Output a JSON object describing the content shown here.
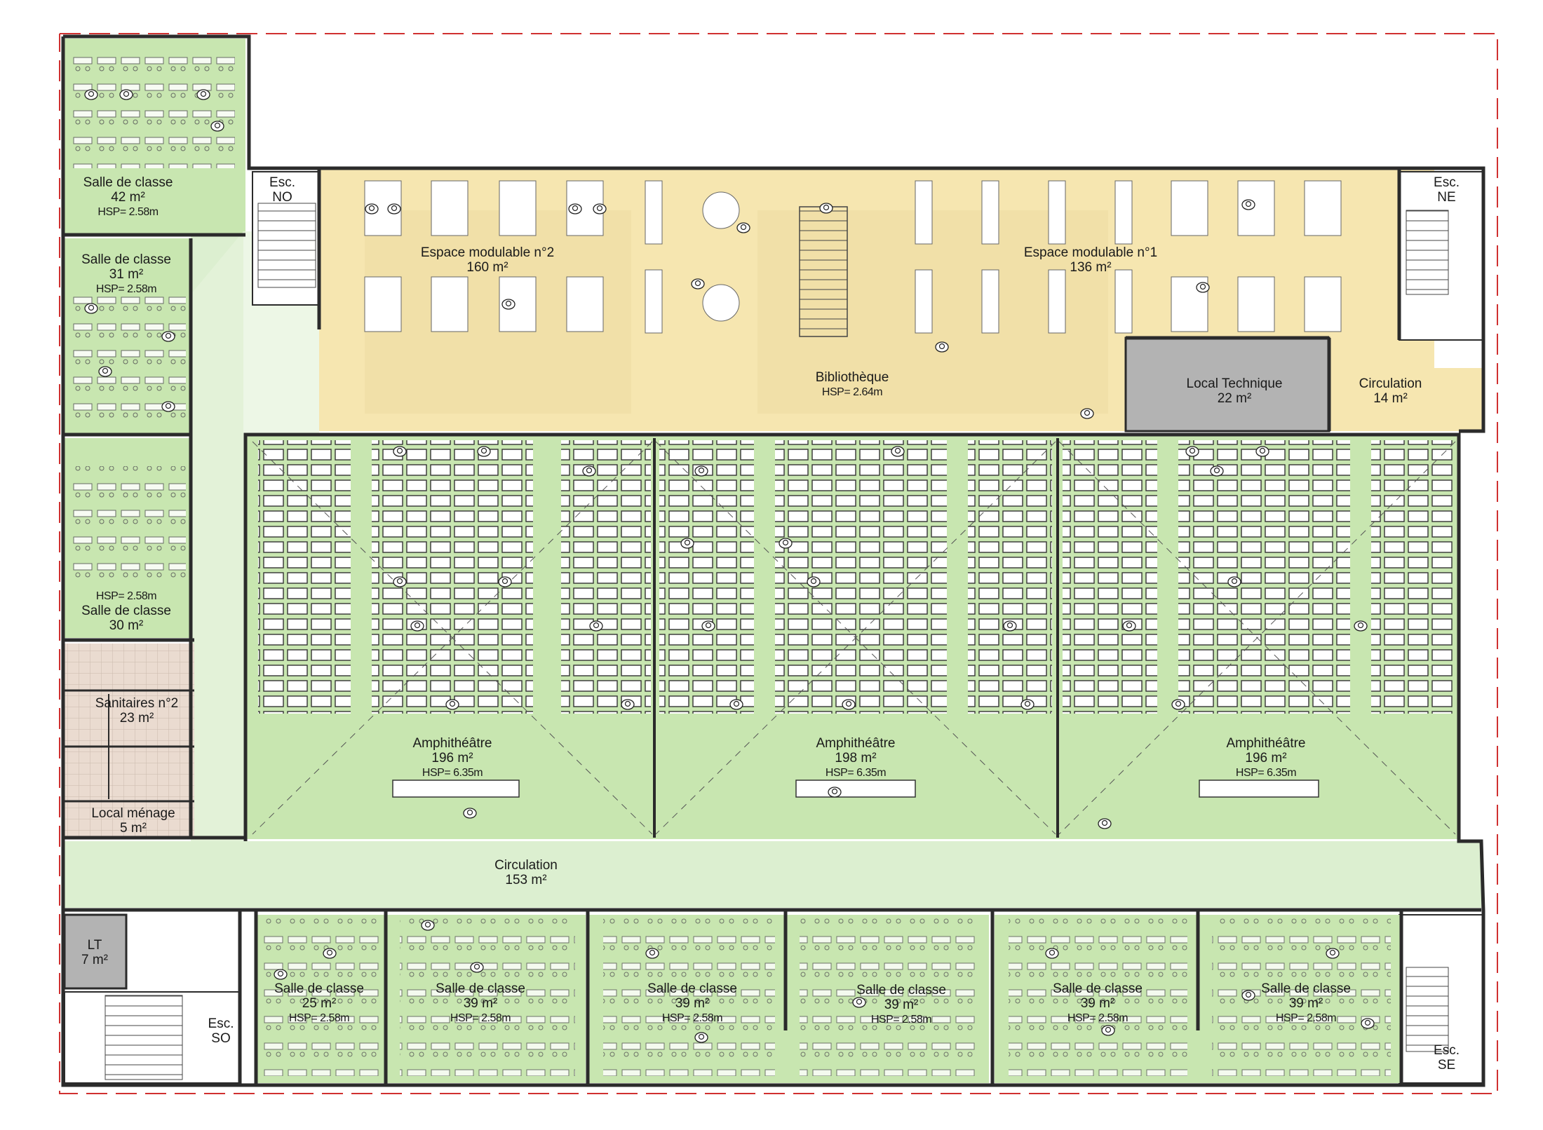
{
  "colors": {
    "classroom": "#c8e6b0",
    "classroom_light": "#d6edc2",
    "library": "#f6e6b0",
    "circulation": "#dcefd0",
    "technical": "#b3b3b3",
    "sanitary": "#eadbd0",
    "wall": "#2b2b2b",
    "boundary": "#d03030",
    "furniture": "#ffffff"
  },
  "rooms": {
    "classroom_nw1": {
      "name": "Salle de classe",
      "area": "42 m²",
      "hsp": "HSP= 2.58m"
    },
    "classroom_nw2": {
      "name": "Salle de classe",
      "area": "31 m²",
      "hsp": "HSP= 2.58m"
    },
    "classroom_nw3": {
      "name": "Salle de classe",
      "area": "30 m²",
      "hsp": "HSP= 2.58m"
    },
    "stair_no": {
      "line1": "Esc.",
      "line2": "NO"
    },
    "stair_ne": {
      "line1": "Esc.",
      "line2": "NE"
    },
    "stair_so": {
      "line1": "Esc.",
      "line2": "SO"
    },
    "stair_se": {
      "line1": "Esc.",
      "line2": "SE"
    },
    "modulable2": {
      "name": "Espace modulable n°2",
      "area": "160 m²"
    },
    "modulable1": {
      "name": "Espace modulable n°1",
      "area": "136 m²"
    },
    "library": {
      "name": "Bibliothèque",
      "hsp": "HSP= 2.64m"
    },
    "technical": {
      "name": "Local Technique",
      "area": "22 m²"
    },
    "circulation_ne": {
      "name": "Circulation",
      "area": "14 m²"
    },
    "sanitaires": {
      "name": "Sanitaires n°2",
      "area": "23 m²"
    },
    "menage": {
      "name": "Local ménage",
      "area": "5 m²"
    },
    "amphi1": {
      "name": "Amphithéâtre",
      "area": "196 m²",
      "hsp": "HSP= 6.35m"
    },
    "amphi2": {
      "name": "Amphithéâtre",
      "area": "198 m²",
      "hsp": "HSP= 6.35m"
    },
    "amphi3": {
      "name": "Amphithéâtre",
      "area": "196 m²",
      "hsp": "HSP= 6.35m"
    },
    "circulation_main": {
      "name": "Circulation",
      "area": "153 m²"
    },
    "lt": {
      "name": "LT",
      "area": "7 m²"
    },
    "classroom_s1": {
      "name": "Salle de classe",
      "area": "25 m²",
      "hsp": "HSP= 2.58m"
    },
    "classroom_s2": {
      "name": "Salle de classe",
      "area": "39 m²",
      "hsp": "HSP= 2.58m"
    },
    "classroom_s3": {
      "name": "Salle de classe",
      "area": "39 m²",
      "hsp": "HSP= 2.58m"
    },
    "classroom_s4": {
      "name": "Salle de classe",
      "area": "39 m²",
      "hsp": "HSP= 2.58m"
    },
    "classroom_s5": {
      "name": "Salle de classe",
      "area": "39 m²",
      "hsp": "HSP= 2.58m"
    },
    "classroom_s6": {
      "name": "Salle de classe",
      "area": "39 m²",
      "hsp": "HSP= 2.58m"
    }
  },
  "icons": {
    "person": "person-top-view-icon",
    "stair": "stair-icon",
    "door": "door-swing-icon",
    "desk": "desk-icon",
    "round_table": "round-table-icon",
    "toilet": "toilet-icon"
  }
}
